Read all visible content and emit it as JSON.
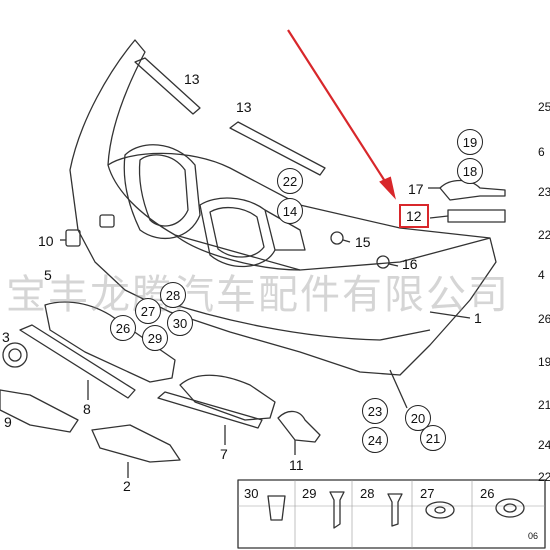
{
  "watermark": "宝丰龙腾汽车配件有限公司",
  "diagram_code": "06",
  "callouts": {
    "c13a": "13",
    "c13b": "13",
    "c22": "22",
    "c14": "14",
    "c19": "19",
    "c18": "18",
    "c17": "17",
    "c12": "12",
    "c10": "10",
    "c15": "15",
    "c16": "16",
    "c5": "5",
    "c28": "28",
    "c27": "27",
    "c26": "26",
    "c30": "30",
    "c29": "29",
    "c1": "1",
    "c8": "8",
    "c7": "7",
    "c3": "3",
    "c9": "9",
    "c23": "23",
    "c24": "24",
    "c20": "20",
    "c21": "21",
    "c11": "11",
    "c2": "2"
  },
  "hardware_strip": [
    "30",
    "29",
    "28",
    "27",
    "26"
  ],
  "edge_numbers": [
    "25",
    "6",
    "23",
    "22",
    "4",
    "26",
    "19",
    "21",
    "24",
    "22"
  ],
  "highlight_color": "#d8272b"
}
